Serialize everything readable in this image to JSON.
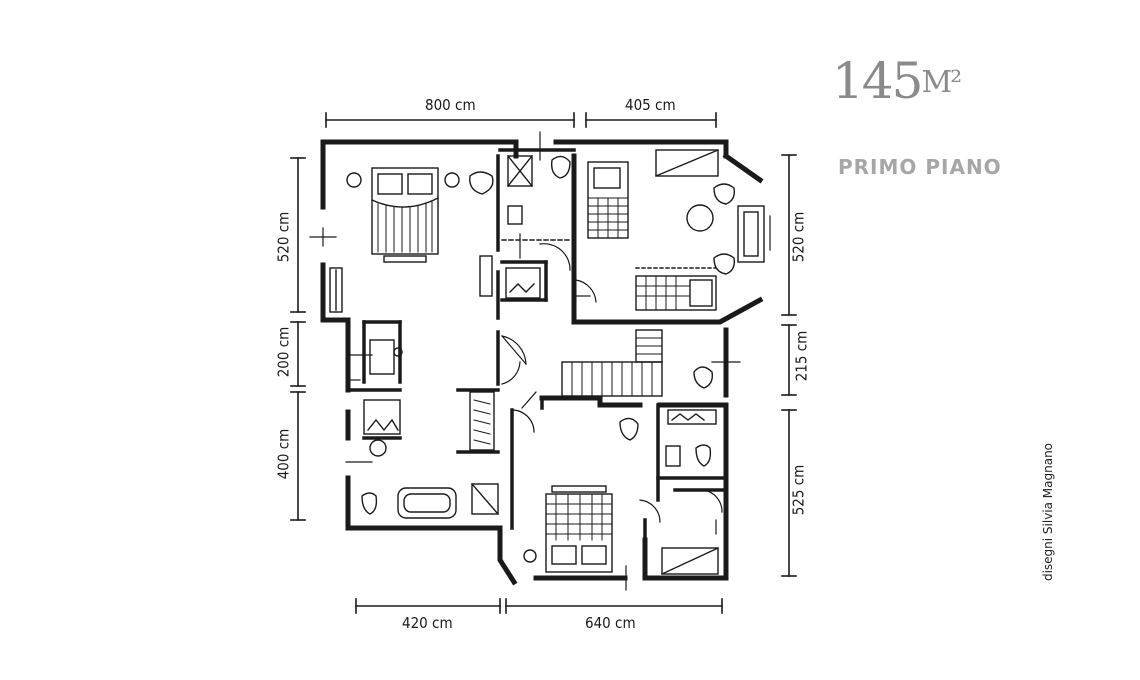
{
  "header": {
    "area": "145",
    "area_unit": "M²",
    "floor_name": "PRIMO PIANO"
  },
  "credit": "disegni Silvia Magnano",
  "dimensions": {
    "top_left": "800 cm",
    "top_right": "405 cm",
    "bottom_left": "420 cm",
    "bottom_right": "640 cm",
    "left_upper": "520 cm",
    "left_middle": "200 cm",
    "left_lower": "400 cm",
    "right_upper": "520 cm",
    "right_middle": "215 cm",
    "right_lower": "525 cm"
  }
}
